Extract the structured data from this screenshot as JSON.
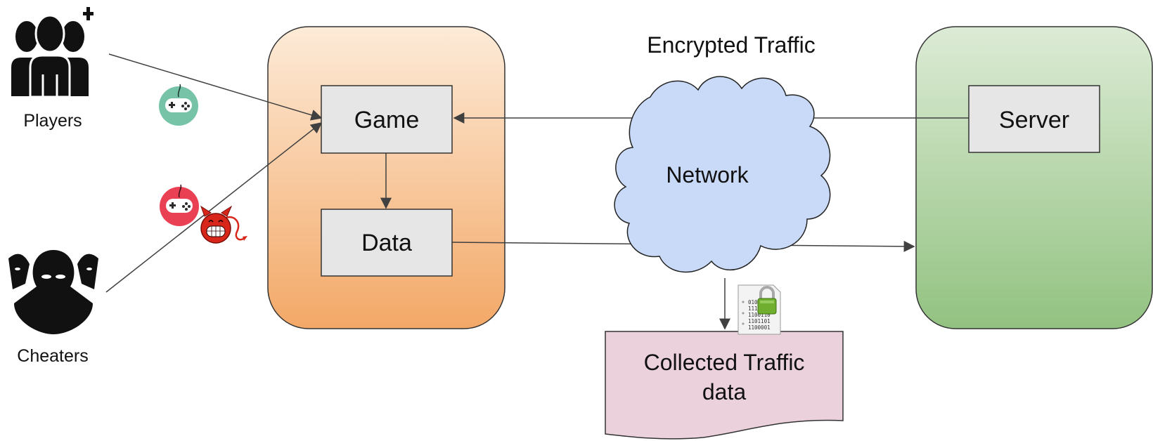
{
  "diagram": {
    "labels": {
      "players": "Players",
      "cheaters": "Cheaters",
      "game": "Game",
      "data": "Data",
      "network": "Network",
      "encrypted_traffic": "Encrypted Traffic",
      "server": "Server",
      "collected_line1": "Collected Traffic",
      "collected_line2": "data"
    },
    "binary_icon_lines": [
      "010",
      "111",
      "1100110",
      "1101101",
      "1100001"
    ],
    "icons": {
      "players": "players-group-icon",
      "cheaters": "cheaters-group-icon",
      "player_controller": "game-controller-icon",
      "cheater_controller": "game-controller-icon",
      "devil": "devil-icon",
      "encrypted_file": "encrypted-file-lock-icon"
    },
    "colors": {
      "client_top": "#fdebd8",
      "client_bottom": "#f3a867",
      "server_top": "#dcebd5",
      "server_bottom": "#92c281",
      "process_box": "#e6e6e6",
      "cloud": "#c9daf8",
      "document": "#ead1dc",
      "player_controller": "#76c3a7",
      "cheater_controller": "#e94053",
      "devil": "#d8261b",
      "lock": "#6fae2e",
      "arrow": "#404040"
    }
  }
}
